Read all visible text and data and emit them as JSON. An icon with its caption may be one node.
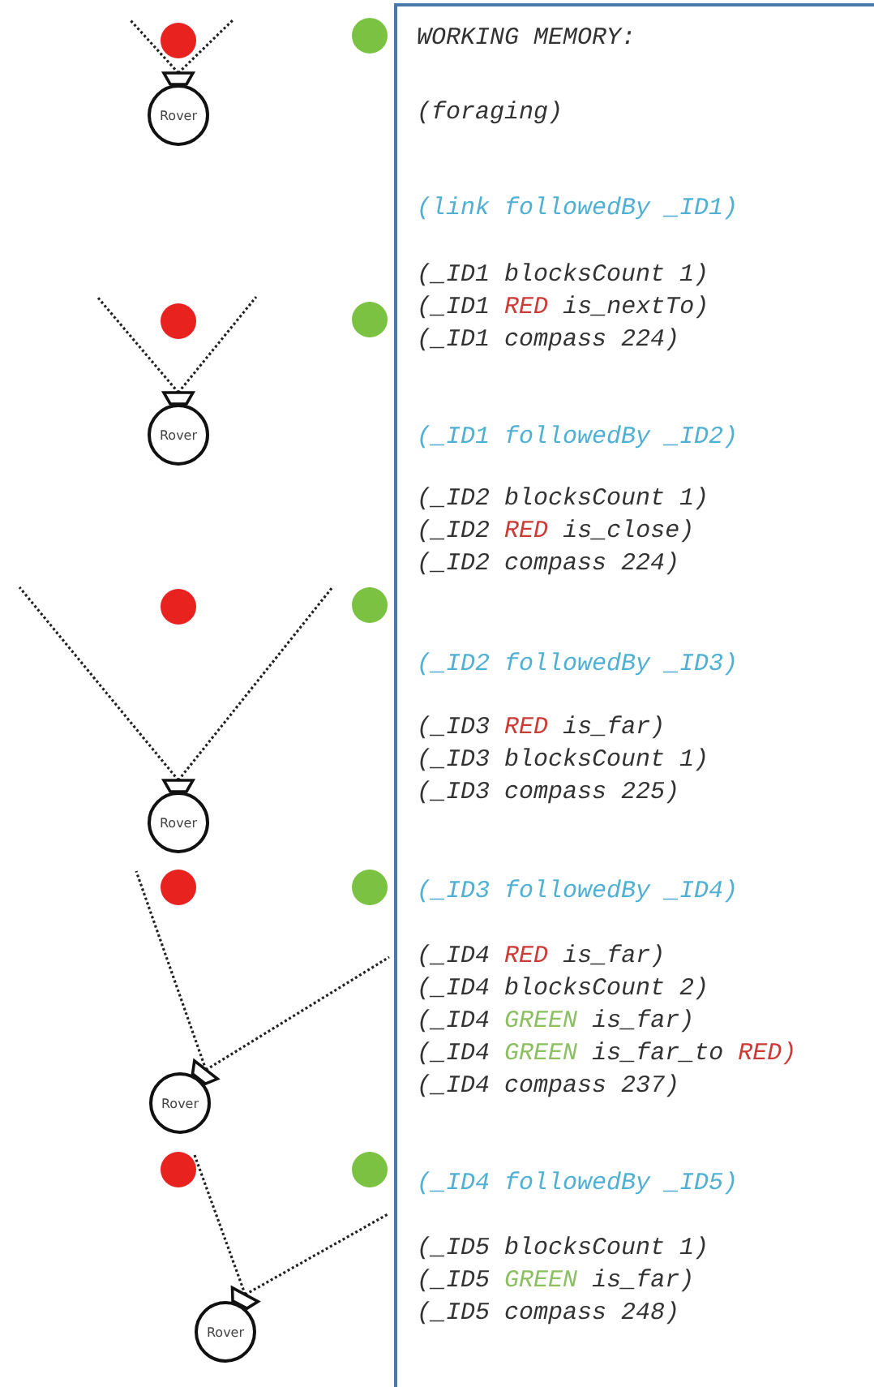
{
  "diagram": {
    "nodes": [
      {
        "text": [
          "Rover"
        ]
      },
      {
        "text": [
          "Rover"
        ]
      },
      {
        "text": [
          "Rover"
        ]
      },
      {
        "text": [
          "Rover"
        ]
      },
      {
        "text": [
          "Rover"
        ]
      },
      {
        "text": [
          "WORKING MEMORY:",
          "(foraging)",
          "(link followedBy _ID1)",
          "(_ID1 blocksCount 1)",
          "(_ID1 RED is_nextTo)",
          "(_ID1 compass 224)",
          "(_ID1 followedBy _ID2)",
          "(_ID2 blocksCount 1)",
          "(_ID2 RED is_close)",
          "(_ID2 compass 224)",
          "(_ID2 followedBy _ID3)",
          "(_ID3 RED is_far)",
          "(_ID3 blocksCount 1)",
          "(_ID3 compass 225)",
          "(_ID3 followedBy _ID4)",
          "(_ID4 RED is_far)",
          "(_ID4 blocksCount 2)",
          "(_ID4 GREEN is_far)",
          "(_ID4 GREEN is_far_to RED)",
          "(_ID4 compass 237)",
          "(_ID4 followedBy _ID5)",
          "(_ID5 blocksCount 1)",
          "(_ID5 GREEN is_far)",
          "(_ID5 compass 248)"
        ]
      }
    ]
  }
}
